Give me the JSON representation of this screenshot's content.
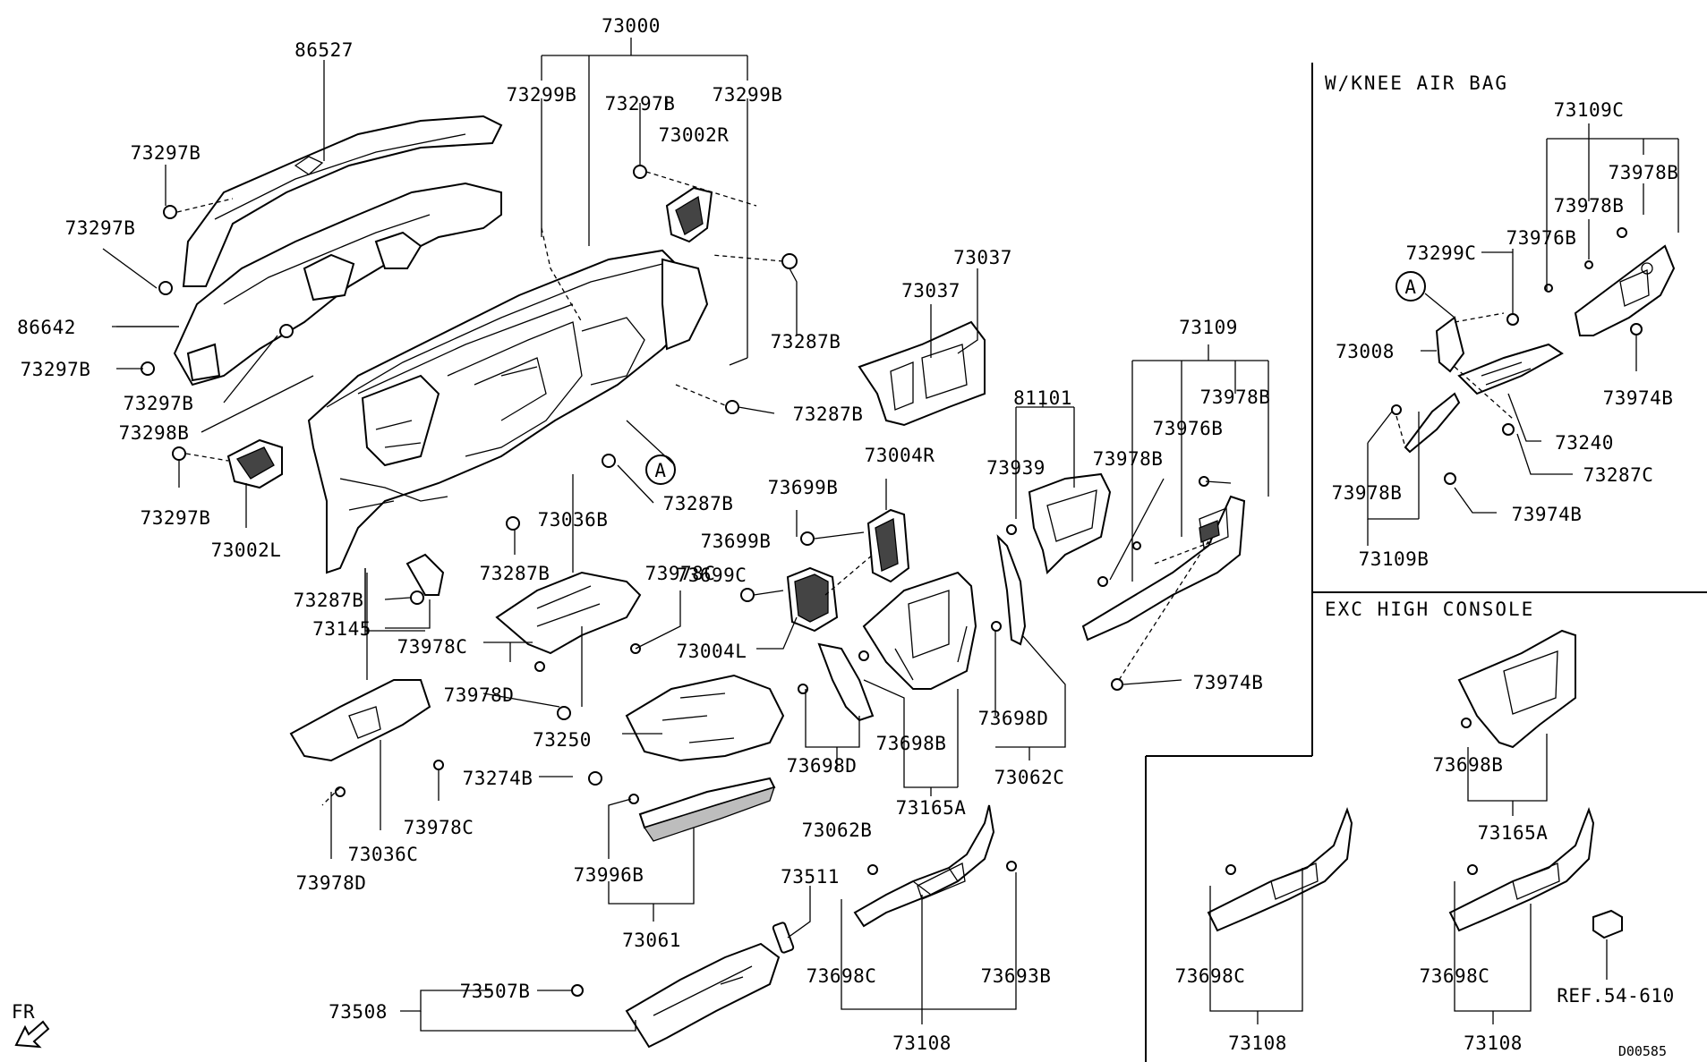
{
  "sections": {
    "knee_airbag": "W/KNEE AIR BAG",
    "exc_high_console": "EXC HIGH CONSOLE"
  },
  "labels": {
    "l73000": "73000",
    "l86527": "86527",
    "l73299B_a": "73299B",
    "l73297B_top": "73297B",
    "l73299B_b": "73299B",
    "l73297B_1": "73297B",
    "l73002R": "73002R",
    "l73297B_2": "73297B",
    "l86642": "86642",
    "l73297B_3": "73297B",
    "l73297B_4": "73297B",
    "l73298B": "73298B",
    "l73297B_5": "73297B",
    "l73002L": "73002L",
    "l73287B_1": "73287B",
    "l73287B_2": "73287B",
    "l73287B_3": "73287B",
    "l73287B_4": "73287B",
    "l73287B_5": "73287B",
    "l73036B": "73036B",
    "l73145": "73145",
    "l73978C_1": "73978C",
    "l73978C_2": "73978C",
    "l73978C_3": "73978C",
    "l73978D_1": "73978D",
    "l73978D_2": "73978D",
    "l73250": "73250",
    "l73274B": "73274B",
    "l73036C": "73036C",
    "l73037_a": "73037",
    "l73037_b": "73037",
    "l73004R": "73004R",
    "l73699B_1": "73699B",
    "l73699B_2": "73699B",
    "l73699C": "73699C",
    "l73004L": "73004L",
    "l81101": "81101",
    "l73939": "73939",
    "l73109": "73109",
    "l73978B_1": "73978B",
    "l73976B_1": "73976B",
    "l73978B_2": "73978B",
    "l73974B_1": "73974B",
    "l73698D_1": "73698D",
    "l73698D_2": "73698D",
    "l73062C": "73062C",
    "l73698B_1": "73698B",
    "l73165A_1": "73165A",
    "l73062B": "73062B",
    "l73996B": "73996B",
    "l73061": "73061",
    "l73511": "73511",
    "l73508": "73508",
    "l73507B": "73507B",
    "l73698C_1": "73698C",
    "l73693B": "73693B",
    "l73108_1": "73108",
    "l73109C": "73109C",
    "l73978B_3": "73978B",
    "l73978B_4": "73978B",
    "l73299C": "73299C",
    "l73976B_2": "73976B",
    "l73008": "73008",
    "l73974B_2": "73974B",
    "l73240": "73240",
    "l73287C": "73287C",
    "l73978B_5": "73978B",
    "l73974B_3": "73974B",
    "l73109B": "73109B",
    "l73698B_2": "73698B",
    "l73165A_2": "73165A",
    "l73698C_2": "73698C",
    "l73108_2": "73108",
    "l73698C_3": "73698C",
    "l73108_3": "73108",
    "lREF": "REF.54-610",
    "lFR": "FR"
  },
  "callouts": {
    "a_main": "A",
    "a_knee": "A"
  },
  "figure_code": "D00585"
}
